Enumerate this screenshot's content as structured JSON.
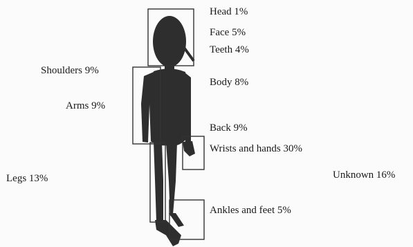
{
  "labels": {
    "head": "Head 1%",
    "face": "Face 5%",
    "teeth": "Teeth 4%",
    "shoulders": "Shoulders 9%",
    "body": "Body 8%",
    "arms": "Arms 9%",
    "back": "Back 9%",
    "wrists_hands": "Wrists and hands 30%",
    "legs": "Legs 13%",
    "unknown": "Unknown 16%",
    "ankles_feet": "Ankles and feet 5%"
  },
  "colors": {
    "figure": "#2e2e2e",
    "box_stroke": "#333333",
    "background": "#fbfbfb"
  }
}
